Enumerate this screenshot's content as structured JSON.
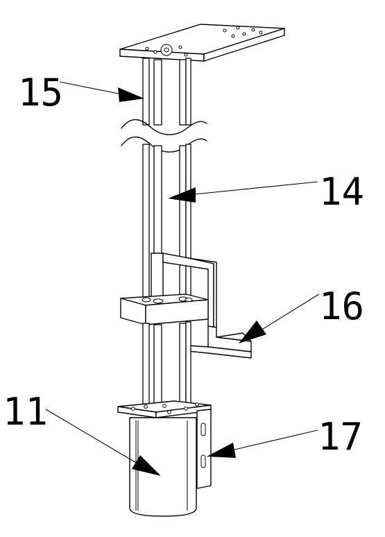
{
  "callouts": {
    "c15": "15",
    "c14": "14",
    "c16": "16",
    "c11": "11",
    "c17": "17"
  }
}
